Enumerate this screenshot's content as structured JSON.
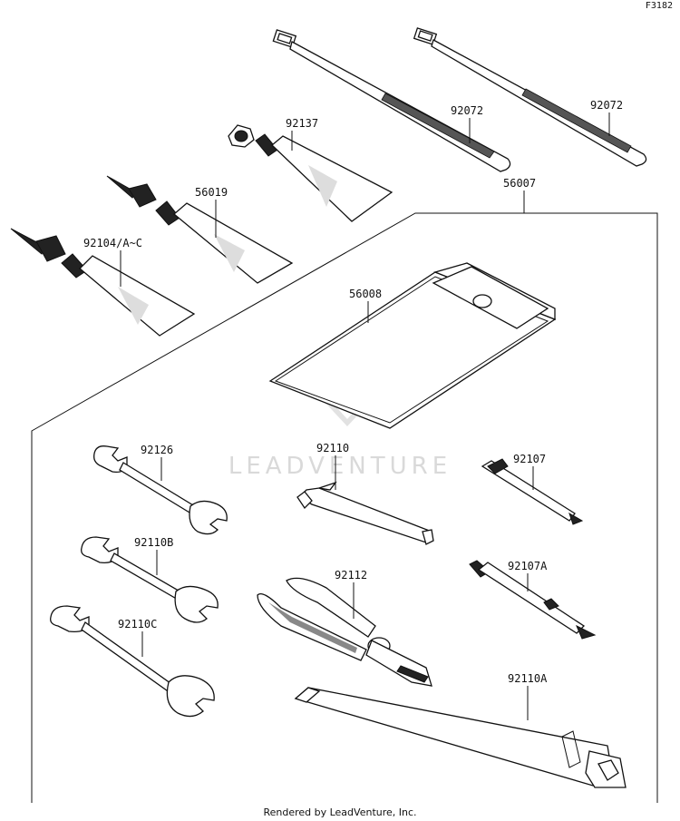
{
  "diagram_id": "F3182",
  "footer": "Rendered by LeadVenture, Inc.",
  "watermark": "LEADVENTURE",
  "parts": [
    {
      "key": "tie_left",
      "label": "92072"
    },
    {
      "key": "tie_right",
      "label": "92072"
    },
    {
      "key": "tube_92137",
      "label": "92137"
    },
    {
      "key": "tube_56019",
      "label": "56019"
    },
    {
      "key": "tube_92104",
      "label": "92104/A~C"
    },
    {
      "key": "tool_kit",
      "label": "56007"
    },
    {
      "key": "pouch",
      "label": "56008"
    },
    {
      "key": "wrench_92126",
      "label": "92126"
    },
    {
      "key": "hex_key",
      "label": "92110"
    },
    {
      "key": "screwdriver",
      "label": "92107"
    },
    {
      "key": "wrench_92110b",
      "label": "92110B"
    },
    {
      "key": "pliers",
      "label": "92112"
    },
    {
      "key": "screwdriver_a",
      "label": "92107A"
    },
    {
      "key": "wrench_92110c",
      "label": "92110C"
    },
    {
      "key": "socket_wrench",
      "label": "92110A"
    }
  ]
}
